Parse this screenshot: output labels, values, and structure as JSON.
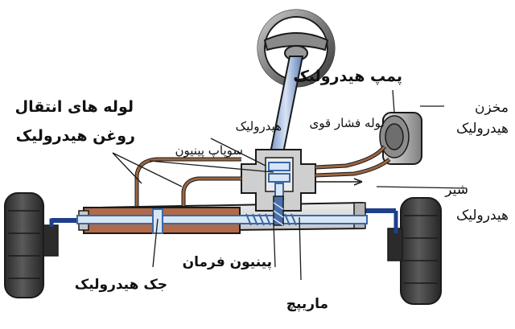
{
  "labels": {
    "pump": "پمپ هیدرولیک",
    "reservoir_line1": "مخزن",
    "reservoir_line2": "هیدرولیک",
    "oil_tubes_line1": "لوله های انتقال",
    "oil_tubes_line2": "روغن هیدرولیک",
    "high_pressure_line1": "لوله فشار قوی",
    "high_pressure_line2": "هیدرولیک",
    "pinion_valve": "سوپاپ پینیون",
    "valve_line1": "شیر",
    "valve_line2": "هیدرولیک",
    "steering_pinion": "پینیون فرمان",
    "hydraulic_jack": "جک هیدرولیک",
    "rack": "ماریپچ"
  },
  "colors": {
    "outline": "#1a1a1a",
    "steel": "#dcdcdc",
    "steel_dark": "#9a9a9a",
    "rod": "#3b67a6",
    "rod_light": "#d6e6f5",
    "oil": "#b06a4a",
    "oil_tube": "#9b6540",
    "tire": "#444444",
    "tire_dark": "#262626",
    "shaft": "#1f3f8a",
    "gear": "#4a6fae"
  }
}
